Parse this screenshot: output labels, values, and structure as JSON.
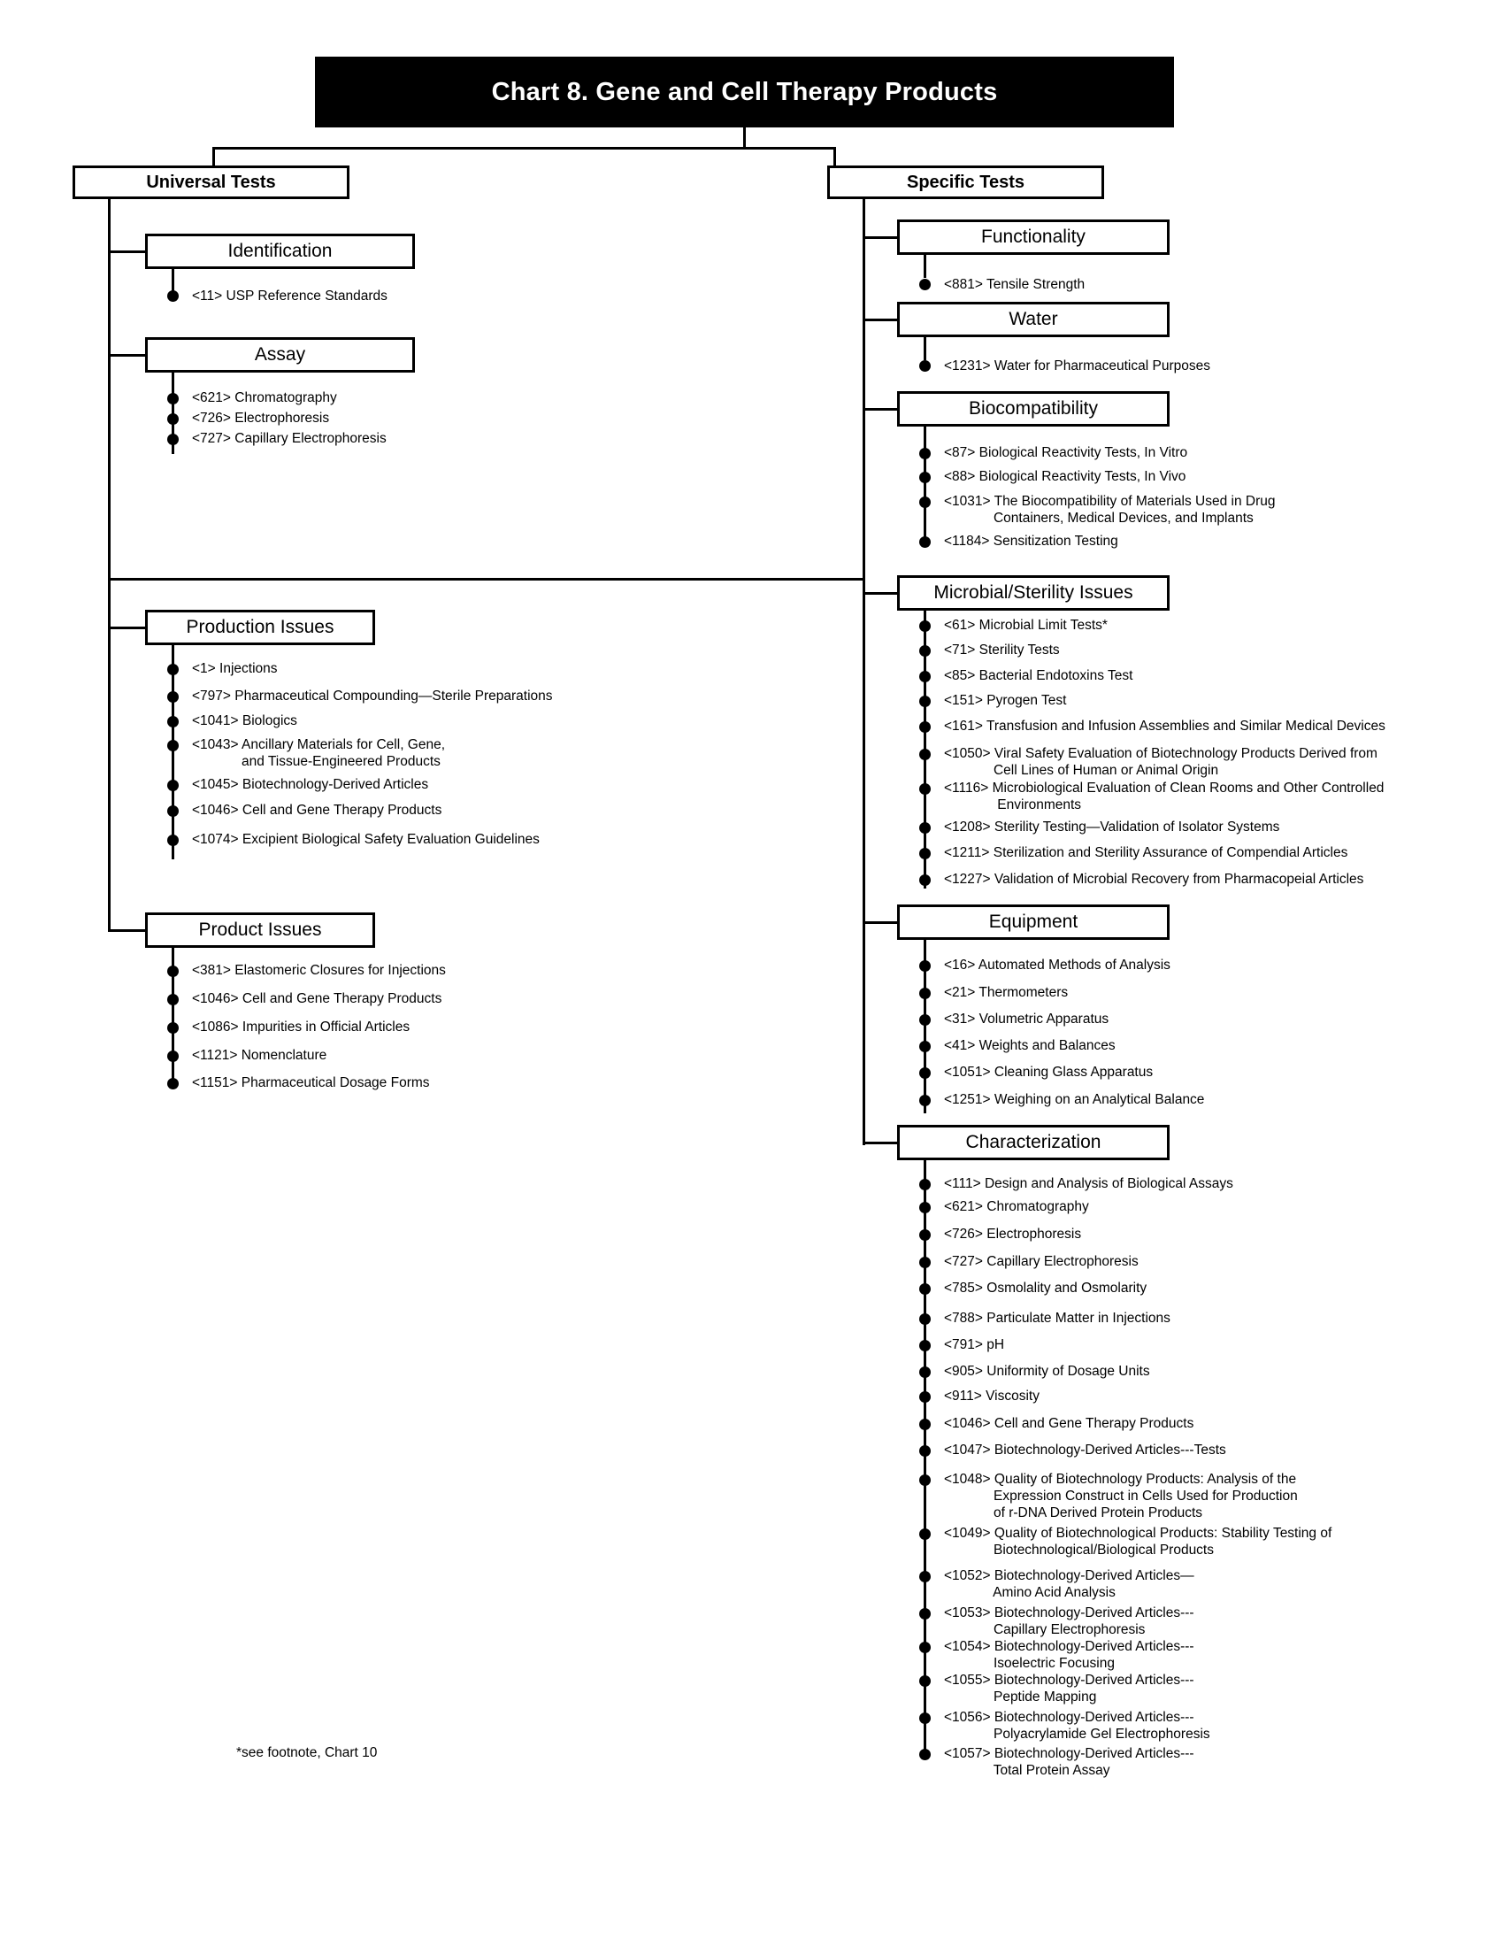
{
  "title": "Chart 8. Gene and Cell Therapy Products",
  "footnote": "*see footnote, Chart 10",
  "branches": {
    "universal": {
      "label": "Universal Tests",
      "groups": [
        {
          "label": "Identification",
          "items": [
            "<11> USP Reference Standards"
          ]
        },
        {
          "label": "Assay",
          "items": [
            "<621> Chromatography",
            "<726> Electrophoresis",
            "<727> Capillary Electrophoresis"
          ]
        },
        {
          "label": "Production Issues",
          "items": [
            "<1> Injections",
            "<797> Pharmaceutical Compounding—Sterile Preparations",
            "<1041> Biologics",
            "<1043> Ancillary Materials for Cell, Gene,\n             and Tissue-Engineered Products",
            "<1045> Biotechnology-Derived Articles",
            "<1046> Cell and Gene Therapy Products",
            "<1074> Excipient Biological Safety Evaluation Guidelines"
          ]
        },
        {
          "label": "Product Issues",
          "items": [
            "<381> Elastomeric Closures for Injections",
            "<1046> Cell and Gene Therapy Products",
            "<1086> Impurities in Official Articles",
            "<1121> Nomenclature",
            "<1151> Pharmaceutical Dosage Forms"
          ]
        }
      ]
    },
    "specific": {
      "label": "Specific Tests",
      "groups": [
        {
          "label": "Functionality",
          "items": [
            "<881> Tensile Strength"
          ]
        },
        {
          "label": "Water",
          "items": [
            "<1231> Water for Pharmaceutical Purposes"
          ]
        },
        {
          "label": "Biocompatibility",
          "items": [
            "<87> Biological Reactivity Tests, In Vitro",
            "<88> Biological Reactivity Tests, In Vivo",
            "<1031> The Biocompatibility of Materials Used in Drug\n             Containers, Medical Devices, and Implants",
            "<1184> Sensitization Testing"
          ]
        },
        {
          "label": "Microbial/Sterility Issues",
          "items": [
            "<61> Microbial Limit Tests*",
            "<71> Sterility Tests",
            "<85> Bacterial Endotoxins Test",
            "<151> Pyrogen Test",
            "<161> Transfusion and Infusion Assemblies and Similar Medical Devices",
            "<1050> Viral Safety Evaluation of Biotechnology Products Derived from\n             Cell Lines of Human or Animal Origin",
            "<1116> Microbiological Evaluation of Clean Rooms and Other Controlled\n              Environments",
            "<1208> Sterility Testing—Validation of Isolator Systems",
            "<1211> Sterilization and Sterility Assurance of Compendial Articles",
            "<1227> Validation of Microbial Recovery from Pharmacopeial Articles"
          ]
        },
        {
          "label": "Equipment",
          "items": [
            "<16> Automated Methods of Analysis",
            "<21> Thermometers",
            "<31> Volumetric Apparatus",
            "<41> Weights and Balances",
            "<1051> Cleaning Glass Apparatus",
            "<1251> Weighing on an Analytical Balance"
          ]
        },
        {
          "label": "Characterization",
          "items": [
            "<111> Design and Analysis of Biological Assays",
            "<621> Chromatography",
            "<726> Electrophoresis",
            "<727> Capillary Electrophoresis",
            "<785> Osmolality and Osmolarity",
            "<788> Particulate Matter in Injections",
            "<791> pH",
            "<905> Uniformity of Dosage Units",
            "<911> Viscosity",
            "<1046> Cell and Gene Therapy Products",
            "<1047> Biotechnology-Derived Articles---Tests",
            "<1048> Quality of Biotechnology Products: Analysis of the\n             Expression Construct in Cells Used for Production\n             of r-DNA Derived Protein Products",
            "<1049> Quality of Biotechnological Products: Stability Testing of\n             Biotechnological/Biological Products",
            "<1052> Biotechnology-Derived Articles—\n             Amino Acid Analysis",
            "<1053> Biotechnology-Derived Articles---\n             Capillary Electrophoresis",
            "<1054> Biotechnology-Derived Articles---\n             Isoelectric Focusing",
            "<1055> Biotechnology-Derived Articles---\n             Peptide Mapping",
            "<1056> Biotechnology-Derived Articles---\n             Polyacrylamide Gel Electrophoresis",
            "<1057> Biotechnology-Derived Articles---\n             Total Protein Assay"
          ]
        }
      ]
    }
  },
  "chart_data": {
    "type": "tree",
    "title": "Chart 8. Gene and Cell Therapy Products",
    "root": "Chart 8. Gene and Cell Therapy Products",
    "nodes": [
      {
        "name": "Universal Tests",
        "children": [
          {
            "name": "Identification",
            "leaf_count": 1
          },
          {
            "name": "Assay",
            "leaf_count": 3
          },
          {
            "name": "Production Issues",
            "leaf_count": 7
          },
          {
            "name": "Product Issues",
            "leaf_count": 5
          }
        ]
      },
      {
        "name": "Specific Tests",
        "children": [
          {
            "name": "Functionality",
            "leaf_count": 1
          },
          {
            "name": "Water",
            "leaf_count": 1
          },
          {
            "name": "Biocompatibility",
            "leaf_count": 4
          },
          {
            "name": "Microbial/Sterility Issues",
            "leaf_count": 10
          },
          {
            "name": "Equipment",
            "leaf_count": 6
          },
          {
            "name": "Characterization",
            "leaf_count": 19
          }
        ]
      }
    ]
  }
}
